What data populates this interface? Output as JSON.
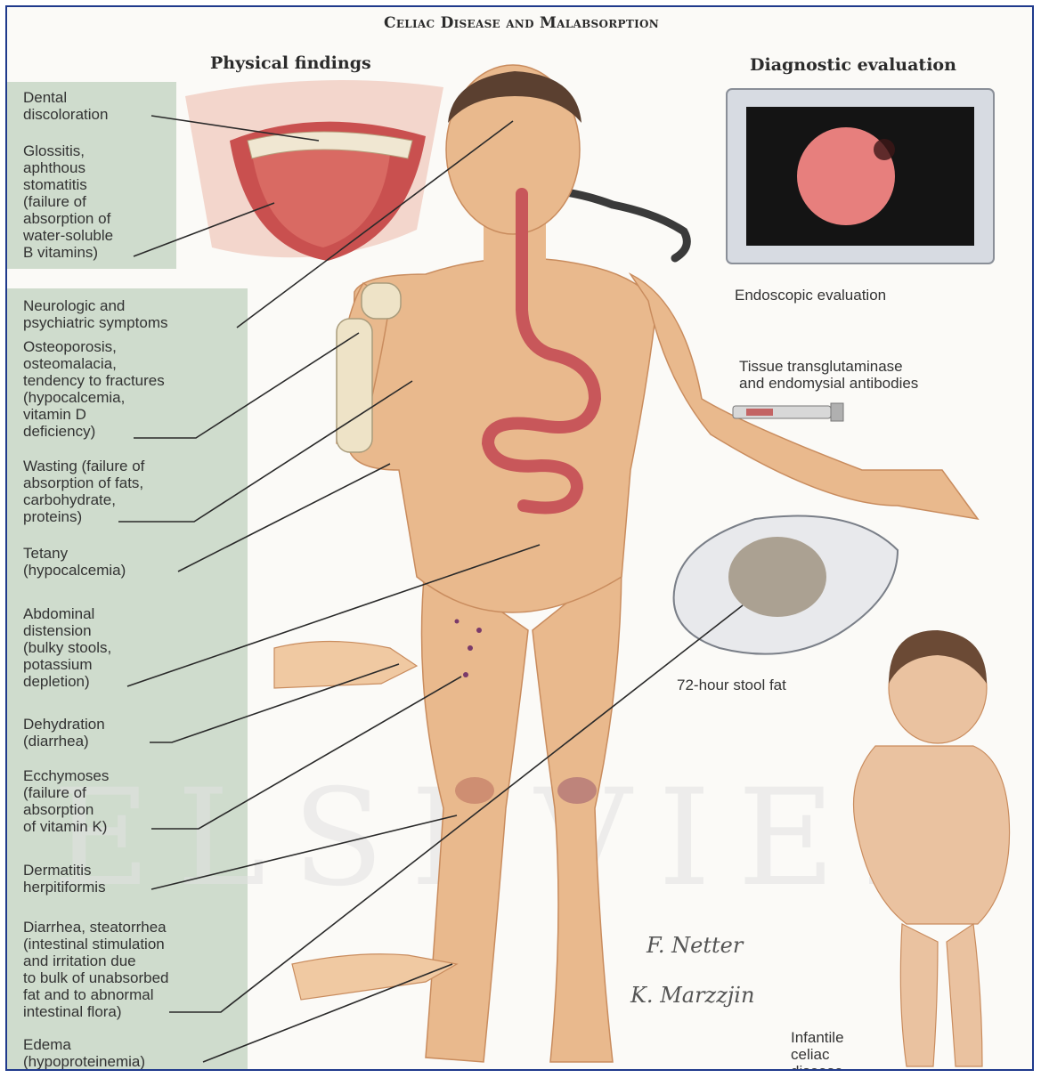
{
  "title": "Celiac Disease and Malabsorption",
  "headers": {
    "physical": "Physical findings",
    "diagnostic": "Diagnostic evaluation"
  },
  "left_labels": [
    "Dental\ndiscoloration",
    "Glossitis,\naphthous\nstomatitis\n(failure of\nabsorption of\nwater-soluble\nB vitamins)",
    "Neurologic and\npsychiatric symptoms",
    "Osteoporosis,\nosteomalacia,\ntendency to fractures\n(hypocalcemia,\nvitamin D\ndeficiency)",
    "Wasting (failure of\nabsorption of fats,\ncarbohydrate,\nproteins)",
    "Tetany\n(hypocalcemia)",
    "Abdominal\ndistension\n(bulky stools,\npotassium\ndepletion)",
    "Dehydration\n(diarrhea)",
    "Ecchymoses\n(failure of\nabsorption\nof vitamin K)",
    "Dermatitis\nherpitiformis",
    "Diarrhea, steatorrhea\n(intestinal stimulation\nand irritation due\nto bulk of unabsorbed\nfat and to abnormal\nintestinal flora)",
    "Edema\n(hypoproteinemia)"
  ],
  "right_labels": {
    "endoscopy": "Endoscopic evaluation",
    "antibodies": "Tissue transglutaminase\nand endomysial antibodies",
    "stool": "72-hour stool fat",
    "infant": "Infantile\nceliac\ndisease"
  },
  "signatures": {
    "netter": "F. Netter",
    "machado": "K. Marzzjin"
  },
  "watermark": "ELSEVIER",
  "colors": {
    "panel": "#cfdccd",
    "skin": "#e9b98d",
    "skin_shadow": "#c98c5e",
    "gi_tract": "#c8575a",
    "border": "#1f3a8c",
    "leader_line": "#2a2a2a"
  }
}
